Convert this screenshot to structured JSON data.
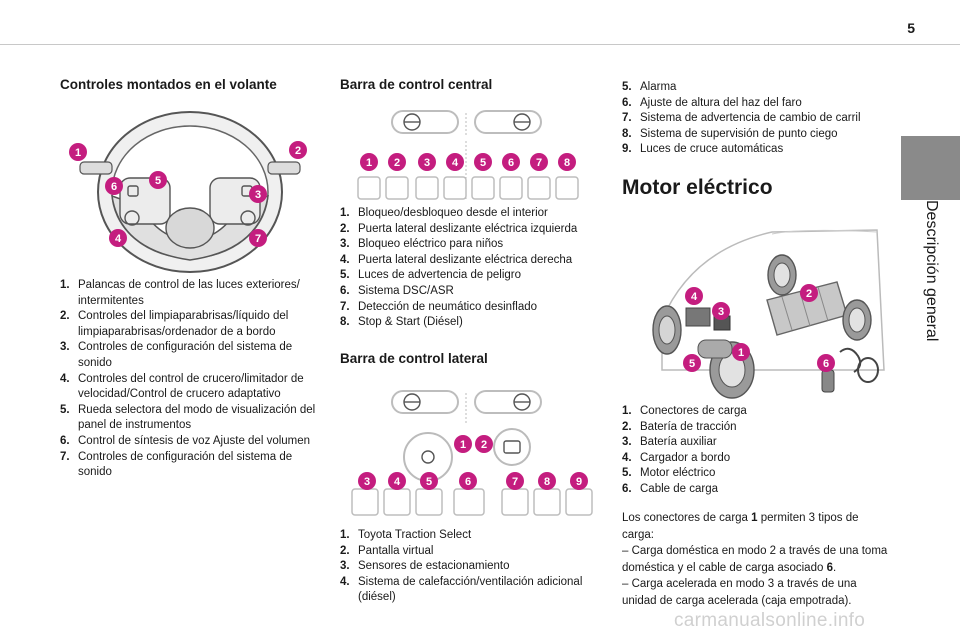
{
  "page_number": "5",
  "side_tab": "Descripción general",
  "section_steering": {
    "title": "Controles montados en el volante",
    "items": [
      {
        "num": "1.",
        "text": "Palancas de control de las luces exteriores/ intermitentes"
      },
      {
        "num": "2.",
        "text": "Controles del limpiaparabrisas/líquido del limpiaparabrisas/ordenador de a bordo"
      },
      {
        "num": "3.",
        "text": "Controles de configuración del sistema de sonido"
      },
      {
        "num": "4.",
        "text": "Controles del control de crucero/limitador de velocidad/Control de crucero adaptativo"
      },
      {
        "num": "5.",
        "text": "Rueda selectora del modo de visualización del panel de instrumentos"
      },
      {
        "num": "6.",
        "text": "Control de síntesis de voz Ajuste del volumen"
      },
      {
        "num": "7.",
        "text": "Controles de configuración del sistema de sonido"
      }
    ],
    "markers": [
      "1",
      "2",
      "3",
      "4",
      "5",
      "6",
      "7"
    ]
  },
  "section_central": {
    "title": "Barra de control central",
    "items": [
      {
        "num": "1.",
        "text": "Bloqueo/desbloqueo desde el interior"
      },
      {
        "num": "2.",
        "text": "Puerta lateral deslizante eléctrica izquierda"
      },
      {
        "num": "3.",
        "text": "Bloqueo eléctrico para niños"
      },
      {
        "num": "4.",
        "text": "Puerta lateral deslizante eléctrica derecha"
      },
      {
        "num": "5.",
        "text": "Luces de advertencia de peligro"
      },
      {
        "num": "6.",
        "text": "Sistema DSC/ASR"
      },
      {
        "num": "7.",
        "text": "Detección de neumático desinflado"
      },
      {
        "num": "8.",
        "text": "Stop & Start (Diésel)"
      }
    ],
    "markers": [
      "1",
      "2",
      "3",
      "4",
      "5",
      "6",
      "7",
      "8"
    ]
  },
  "section_lateral": {
    "title": "Barra de control lateral",
    "items": [
      {
        "num": "1.",
        "text": "Toyota Traction Select"
      },
      {
        "num": "2.",
        "text": "Pantalla virtual"
      },
      {
        "num": "3.",
        "text": "Sensores de estacionamiento"
      },
      {
        "num": "4.",
        "text": "Sistema de calefacción/ventilación adicional (diésel)"
      }
    ],
    "markers": [
      "1",
      "2",
      "3",
      "4",
      "5",
      "6",
      "7",
      "8",
      "9"
    ]
  },
  "section_lateral_cont": {
    "items": [
      {
        "num": "5.",
        "text": "Alarma"
      },
      {
        "num": "6.",
        "text": "Ajuste de altura del haz del faro"
      },
      {
        "num": "7.",
        "text": "Sistema de advertencia de cambio de carril"
      },
      {
        "num": "8.",
        "text": "Sistema de supervisión de punto ciego"
      },
      {
        "num": "9.",
        "text": "Luces de cruce automáticas"
      }
    ]
  },
  "section_motor": {
    "title": "Motor eléctrico",
    "items": [
      {
        "num": "1.",
        "text": "Conectores de carga"
      },
      {
        "num": "2.",
        "text": "Batería de tracción"
      },
      {
        "num": "3.",
        "text": "Batería auxiliar"
      },
      {
        "num": "4.",
        "text": "Cargador a bordo"
      },
      {
        "num": "5.",
        "text": "Motor eléctrico"
      },
      {
        "num": "6.",
        "text": "Cable de carga"
      }
    ],
    "markers": [
      "1",
      "2",
      "3",
      "4",
      "5",
      "6"
    ],
    "para_lead": "Los conectores de carga ",
    "para_bold": "1",
    "para_tail": " permiten 3 tipos de carga:",
    "bullet_1": "– Carga doméstica en modo 2 a través de una toma doméstica y el cable de carga asociado ",
    "bullet_1_bold": "6",
    "bullet_1_end": ".",
    "bullet_2": "– Carga acelerada en modo 3 a través de una unidad de carga acelerada (caja empotrada)."
  },
  "watermark": "carmanualsonline.info"
}
